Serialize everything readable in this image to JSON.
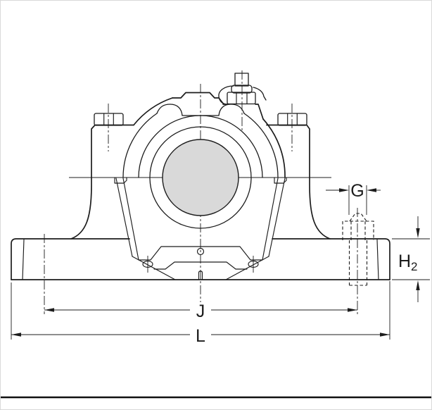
{
  "figure": {
    "type": "technical-drawing",
    "subject": "pillow-block bearing housing, front view with mounting dimensions",
    "colors": {
      "line": "#1c1c1c",
      "shaft_fill": "#d9d9d9",
      "background": "#ffffff"
    },
    "dimension_labels": {
      "g": "G",
      "h2_base": "H",
      "h2_sub": "2",
      "j": "J",
      "l": "L"
    }
  }
}
